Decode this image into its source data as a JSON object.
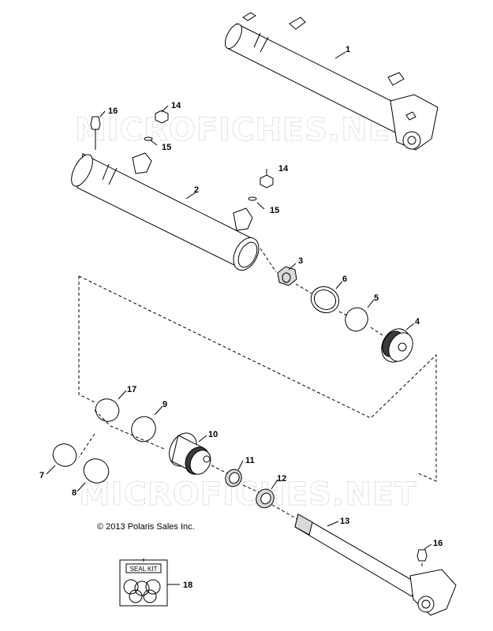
{
  "watermarks": [
    "MICROFICHES.NET",
    "MICROFICHES.NET"
  ],
  "copyright": "© 2013 Polaris Sales Inc.",
  "seal_kit_label": "SEAL KIT",
  "callouts": {
    "c1": "1",
    "c2": "2",
    "c3": "3",
    "c4": "4",
    "c5": "5",
    "c6": "6",
    "c7": "7",
    "c8": "8",
    "c9": "9",
    "c10": "10",
    "c11": "11",
    "c12": "12",
    "c13": "13",
    "c14a": "14",
    "c14b": "14",
    "c15a": "15",
    "c15b": "15",
    "c16a": "16",
    "c16b": "16",
    "c17": "17",
    "c18": "18"
  }
}
